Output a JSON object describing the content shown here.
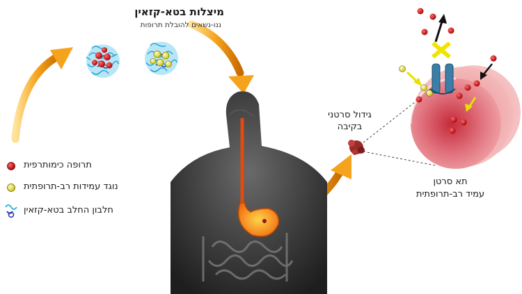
{
  "title": "מיצלות בטא-קזאין",
  "subtitle": "ננו-נשאים להובלת תרופות",
  "tumor_label": [
    "גידול סרטני",
    "בקיבה"
  ],
  "cell_label": [
    "תא סרטן",
    "עמיד רב-תרופתית"
  ],
  "legend": [
    {
      "label": "תרופה כימותרפית",
      "icon": "red-drug-dot",
      "color": "#c00000"
    },
    {
      "label": "נוגד עמידות רב-תרופתית",
      "icon": "yellow-inhibitor-dot",
      "color": "#e0d800"
    },
    {
      "label": "חלבון החלב בטא-קזאין",
      "icon": "beta-casein-protein-icon",
      "color": "#3aa8d8"
    }
  ],
  "colors": {
    "arrow_orange": "#f29a1a",
    "body_gray": "#3a3a3a",
    "cell_red": "#e46a6a",
    "micelle_cyan": "#35b5e0"
  }
}
